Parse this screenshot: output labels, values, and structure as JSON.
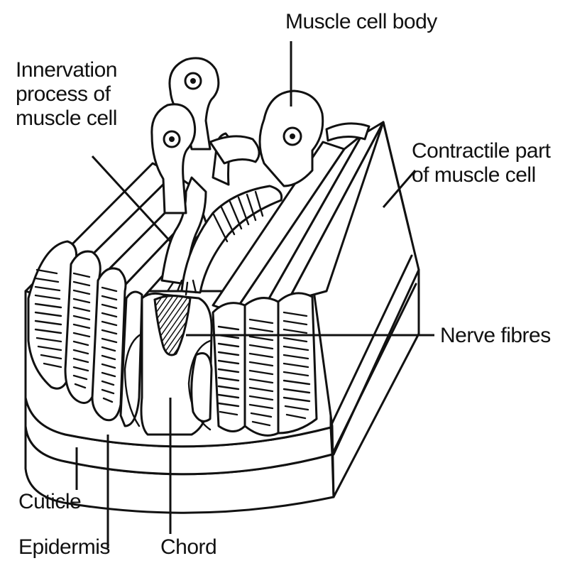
{
  "labels": {
    "muscle_cell_body": "Muscle cell body",
    "innervation": [
      "Innervation",
      "process of",
      "muscle cell"
    ],
    "contractile": [
      "Contractile part",
      "of muscle cell"
    ],
    "nerve_fibres": "Nerve fibres",
    "cuticle": "Cuticle",
    "epidermis": "Epidermis",
    "chord": "Chord"
  },
  "colors": {
    "ink": "#111111",
    "paper": "#ffffff"
  }
}
